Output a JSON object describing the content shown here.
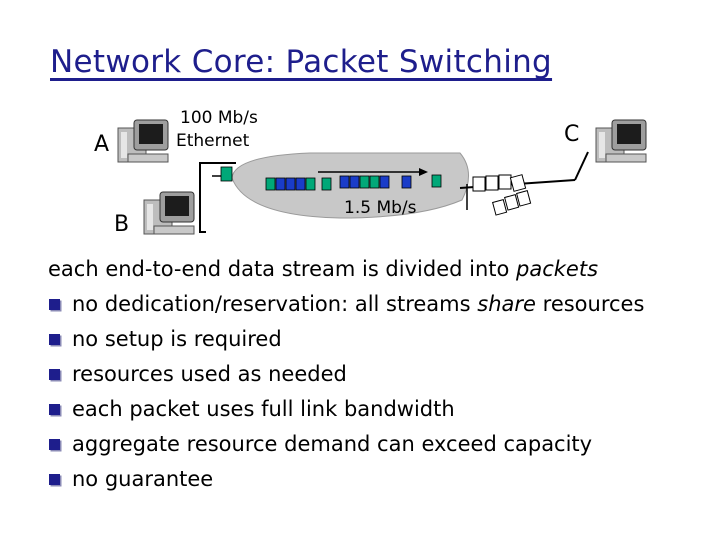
{
  "title": "Network Core: Packet Switching",
  "hosts": {
    "a": "A",
    "b": "B",
    "c": "C"
  },
  "links": {
    "ethernet_top": "100 Mb/s",
    "ethernet_bottom": "Ethernet",
    "core_link": "1.5 Mb/s"
  },
  "intro": {
    "pre": "each end-to-end data stream is divided into ",
    "emph": "packets"
  },
  "bullets": [
    {
      "pre": "no dedication/reservation: all streams ",
      "emph": "share",
      "post": " resources"
    },
    {
      "text": "no setup is required"
    },
    {
      "text": "resources used as needed"
    },
    {
      "text": "each packet uses full link bandwidth"
    },
    {
      "text": "aggregate resource demand can exceed capacity"
    },
    {
      "text": "no guarantee"
    }
  ],
  "colors": {
    "title": "#1e1e8c",
    "bullet": "#1e1e8c",
    "router": "#c8c8c8",
    "packet_green": "#00a878",
    "packet_blue": "#1a3cc8"
  }
}
